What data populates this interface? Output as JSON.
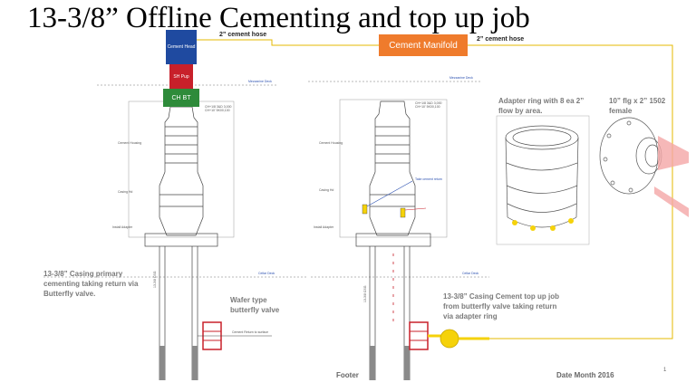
{
  "title": "13-3/8” Offline Cementing and top up job",
  "boxes": {
    "cement_head": "Cement Head",
    "sh_pup": "SH Pup",
    "ch_bt": "CH BT",
    "manifold": "Cement Manifold"
  },
  "labels": {
    "hose_left": "2” cement hose",
    "hose_right": "2” cement hose",
    "mezzanine_left": "Mezzanine Deck",
    "mezzanine_right": "Mezzanine Deck",
    "cellar_left": "Cellar Deck",
    "cellar_right": "Cellar Deck",
    "spec_left": "CH+1/8 3&D 3,000\nCH+10' 5K00,100",
    "spec_right": "CH+1/8 3&D 3,000\nCH+10' 5K00,100",
    "cement_housing_left": "Cement Housing",
    "cement_housing_right": "Cement Housing",
    "casing_hd_left": "Casing Hd",
    "casing_hd_right": "Casing Hd",
    "install_adapter_left": "Install Adapter",
    "install_adapter_right": "Install Adapter",
    "take_return": "Take cement return",
    "cement_return_surface": "Cement Return to surface",
    "adapter_desc": "Adapter ring with 8 ea 2” flow by area.",
    "flange_desc": "10” flg x 2” 1502 female",
    "primary_desc": "13-3/8” Casing primary cementing taking return via Butterfly valve.",
    "wafer_desc": "Wafer type butterfly valve",
    "topup_desc": "13-3/8” Casing Cement top up job from butterfly valve taking return via adapter ring",
    "csg_left": "13-3/8 CSG",
    "csg_right": "13-3/8 CSG"
  },
  "footer": "Footer",
  "date": "Date Month 2016",
  "page_number": "1",
  "colors": {
    "cement_head": "#1f4aa0",
    "sh_pup": "#c8202a",
    "ch_bt": "#2e8b3a",
    "manifold": "#ef7b2c",
    "hose": "#e6b800",
    "accent_red": "#c8202a",
    "accent_yellow": "#f5d20a",
    "accent_blue": "#2a4fb0"
  }
}
